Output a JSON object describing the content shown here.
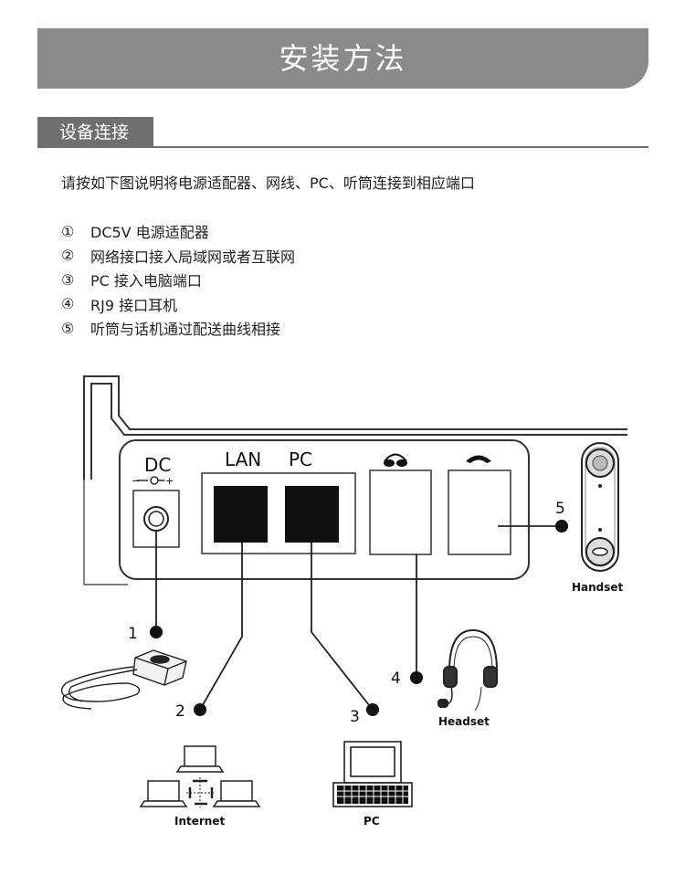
{
  "header": {
    "title": "安装方法"
  },
  "section": {
    "title": "设备连接"
  },
  "intro": "请按如下图说明将电源适配器、网线、PC、听筒连接到相应端口",
  "steps": [
    {
      "num": "①",
      "text": "DC5V 电源适配器"
    },
    {
      "num": "②",
      "text": "网络接口接入局域网或者互联网"
    },
    {
      "num": "③",
      "text": "PC 接入电脑端口"
    },
    {
      "num": "④",
      "text": "RJ9 接口耳机"
    },
    {
      "num": "⑤",
      "text": "听筒与话机通过配送曲线相接"
    }
  ],
  "diagram": {
    "ports": {
      "dc": "DC",
      "dc_polarity_minus": "−",
      "dc_polarity_plus": "+",
      "lan": "LAN",
      "pc": "PC"
    },
    "callouts": [
      "1",
      "2",
      "3",
      "4",
      "5"
    ],
    "devices": {
      "handset": "Handset",
      "headset": "Headset",
      "internet": "Internet",
      "pc": "PC"
    }
  }
}
